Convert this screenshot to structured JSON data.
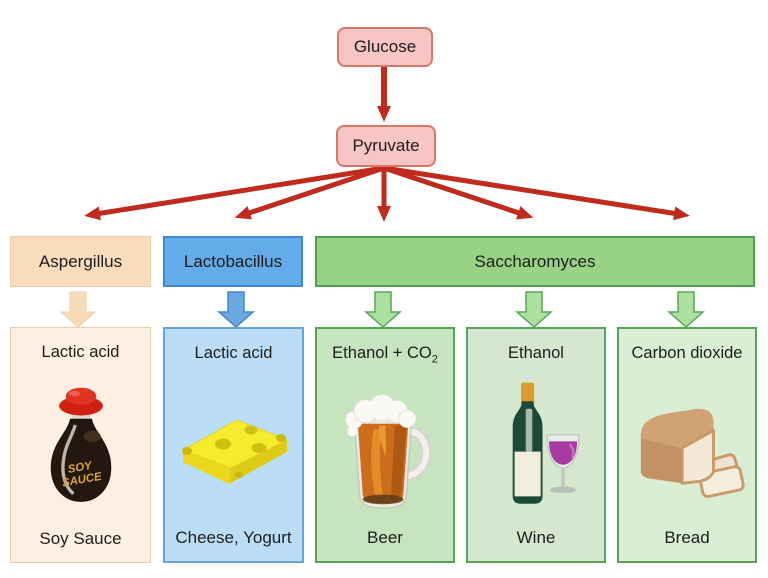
{
  "pathway": {
    "glucose_label": "Glucose",
    "pyruvate_label": "Pyruvate"
  },
  "organisms": [
    {
      "label": "Aspergillus"
    },
    {
      "label": "Lactobacillus"
    },
    {
      "label": "Saccharomyces"
    }
  ],
  "products": [
    {
      "chemical": "Lactic acid",
      "food": "Soy Sauce",
      "image": "soy-sauce-bottle-icon"
    },
    {
      "chemical": "Lactic acid",
      "food": "Cheese, Yogurt",
      "image": "cheese-wedge-icon"
    },
    {
      "chemical": "Ethanol + CO",
      "chemical_sub": "2",
      "food": "Beer",
      "image": "beer-mug-icon"
    },
    {
      "chemical": "Ethanol",
      "food": "Wine",
      "image": "wine-bottle-glass-icon"
    },
    {
      "chemical": "Carbon dioxide",
      "food": "Bread",
      "image": "bread-loaf-icon"
    }
  ],
  "soy_bottle_label": {
    "line1": "SOY",
    "line2": "SAUCE"
  },
  "colors": {
    "arrow_red": "#c02b1d",
    "node_pink_fill": "#f7c5c3",
    "node_pink_border": "#d9776a",
    "aspergillus_fill": "#f9dcbb",
    "lactobacillus_fill": "#64ace9",
    "saccharomyces_fill": "#98d385",
    "peach_arrow": "#f7dcba",
    "blue_arrow": "#6aa9e0",
    "green_arrow": "#abe0a0",
    "green_border": "#51a051"
  }
}
